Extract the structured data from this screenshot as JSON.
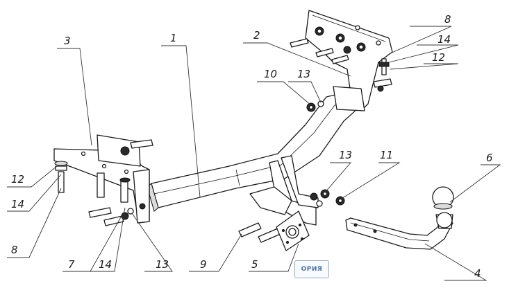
{
  "callouts": [
    {
      "id": "c1",
      "label": "1"
    },
    {
      "id": "c2",
      "label": "2"
    },
    {
      "id": "c3",
      "label": "3"
    },
    {
      "id": "c4",
      "label": "4"
    },
    {
      "id": "c5",
      "label": "5"
    },
    {
      "id": "c6",
      "label": "6"
    },
    {
      "id": "c7",
      "label": "7"
    },
    {
      "id": "c8a",
      "label": "8"
    },
    {
      "id": "c8b",
      "label": "8"
    },
    {
      "id": "c9",
      "label": "9"
    },
    {
      "id": "c10",
      "label": "10"
    },
    {
      "id": "c11",
      "label": "11"
    },
    {
      "id": "c12a",
      "label": "12"
    },
    {
      "id": "c12b",
      "label": "12"
    },
    {
      "id": "c13a",
      "label": "13"
    },
    {
      "id": "c13b",
      "label": "13"
    },
    {
      "id": "c13c",
      "label": "13"
    },
    {
      "id": "c14a",
      "label": "14"
    },
    {
      "id": "c14b",
      "label": "14"
    },
    {
      "id": "c14c",
      "label": "14"
    }
  ],
  "logo": {
    "text": "ОРИЯ"
  }
}
